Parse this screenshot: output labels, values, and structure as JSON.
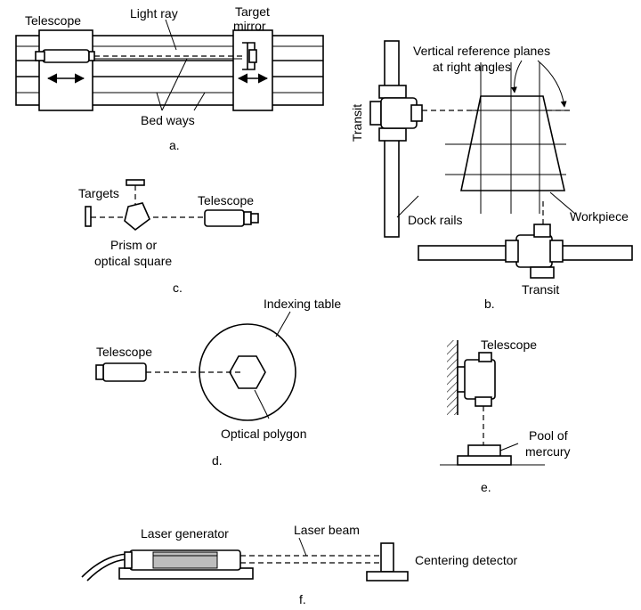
{
  "panel_a": {
    "labels": {
      "telescope": "Telescope",
      "light_ray": "Light ray",
      "target": "Target",
      "mirror": "mirror",
      "bed_ways": "Bed ways"
    },
    "caption": "a."
  },
  "panel_b": {
    "labels": {
      "planes_1": "Vertical reference planes",
      "planes_2": "at right angles",
      "transit_v": "Transit",
      "dock_rails": "Dock rails",
      "workpiece": "Workpiece",
      "transit_h": "Transit"
    },
    "caption": "b."
  },
  "panel_c": {
    "labels": {
      "targets": "Targets",
      "telescope": "Telescope",
      "prism_1": "Prism or",
      "prism_2": "optical square"
    },
    "caption": "c."
  },
  "panel_d": {
    "labels": {
      "indexing_table": "Indexing table",
      "telescope": "Telescope",
      "optical_polygon": "Optical polygon"
    },
    "caption": "d."
  },
  "panel_e": {
    "labels": {
      "telescope": "Telescope",
      "pool_1": "Pool of",
      "pool_2": "mercury"
    },
    "caption": "e."
  },
  "panel_f": {
    "labels": {
      "laser_generator": "Laser generator",
      "laser_beam": "Laser beam",
      "centering_detector": "Centering detector"
    },
    "caption": "f."
  }
}
